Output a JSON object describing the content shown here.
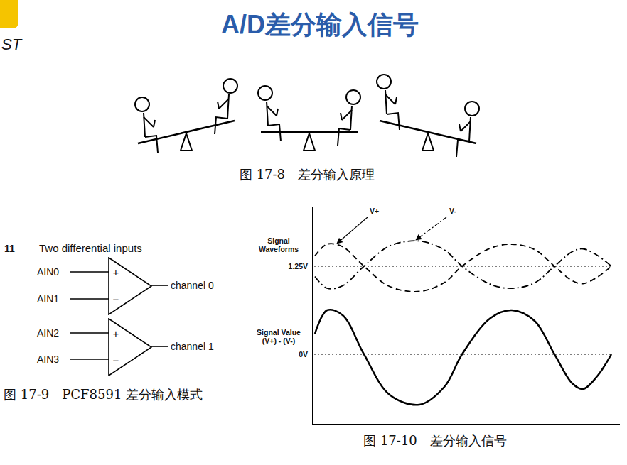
{
  "diagram": {
    "title": "A/D差分输入信号",
    "nodes": [
      {
        "text": [
          "+",
          "−"
        ]
      },
      {
        "text": [
          "+",
          "−"
        ]
      }
    ],
    "labels": [
      "ST",
      "图 17-8　差分输入原理",
      "11",
      "Two differential inputs",
      "AIN0",
      "AIN1",
      "AIN2",
      "AIN3",
      "channel 0",
      "channel 1",
      "图 17-9　PCF8591 差分输入模式",
      "Signal Waveforms",
      "1.25V",
      "V+",
      "V-",
      "Signal Value (V+) - (V-)",
      "0V",
      "图 17-10　差分输入信号"
    ]
  }
}
